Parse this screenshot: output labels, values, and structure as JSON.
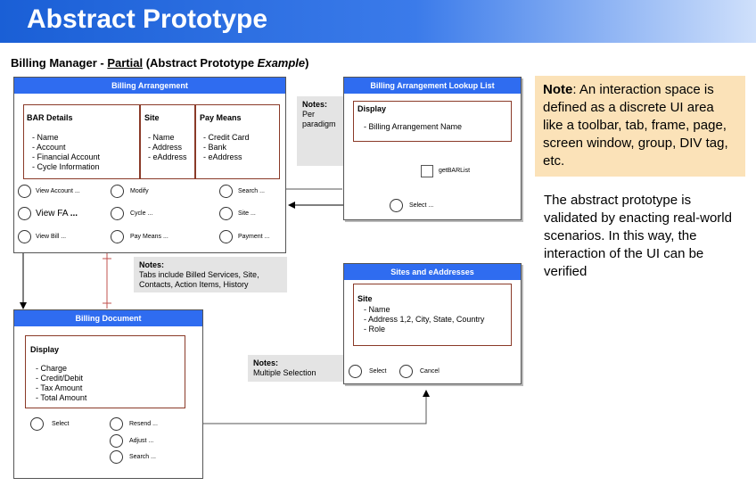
{
  "header": {
    "title": "Abstract Prototype"
  },
  "subtitle": {
    "prefix": "Billing Manager - ",
    "partial": "Partial",
    "middle": " (Abstract Prototype ",
    "example": "Example",
    "suffix": ")"
  },
  "billing_arrangement": {
    "title": "Billing Arrangement",
    "bar_details": {
      "heading": "BAR Details",
      "items": [
        "Name",
        "Account",
        "Financial Account",
        "Cycle Information"
      ]
    },
    "site": {
      "heading": "Site",
      "items": [
        "Name",
        "Address",
        "eAddress"
      ]
    },
    "pay_means": {
      "heading": "Pay Means",
      "items": [
        "Credit Card",
        "Bank",
        "eAddress"
      ]
    },
    "buttons": {
      "view_account": "View Account ...",
      "modify": "Modify",
      "search": "Search ...",
      "view_fa": "View FA",
      "view_fa_dots": "...",
      "cycle": "Cycle ...",
      "site": "Site ...",
      "view_bill": "View Bill ...",
      "pay_means": "Pay Means ...",
      "payment": "Payment ..."
    }
  },
  "notes_paradigm": {
    "heading": "Notes:",
    "text_line1": "Per",
    "text_line2": "paradigm"
  },
  "notes_tabs": {
    "heading": "Notes:",
    "text_line1": "Tabs include Billed Services, Site,",
    "text_line2": "Contacts, Action Items, History"
  },
  "lookup_list": {
    "title": "Billing Arrangement Lookup List",
    "display_heading": "Display",
    "items": [
      "Billing Arrangement Name"
    ],
    "connector_label": "getBARList",
    "select": "Select ..."
  },
  "sites": {
    "title": "Sites and eAddresses",
    "heading": "Site",
    "items": [
      "Name",
      "Address 1,2, City, State, Country",
      "Role"
    ],
    "select": "Select",
    "cancel": "Cancel"
  },
  "notes_multiple": {
    "heading": "Notes:",
    "text": "Multiple Selection"
  },
  "billing_document": {
    "title": "Billing Document",
    "display_heading": "Display",
    "items": [
      "Charge",
      "Credit/Debit",
      "Tax Amount",
      "Total Amount"
    ],
    "select": "Select",
    "resend": "Resend ...",
    "adjust": "Adjust ...",
    "search": "Search ..."
  },
  "callout": {
    "bold": "Note",
    "text": ": An interaction space is defined as a discrete UI area like a toolbar, tab, frame, page, screen window, group, DIV tag, etc."
  },
  "paragraph": {
    "text": "The abstract prototype is validated by enacting real-world scenarios. In this way, the interaction of the UI can be verified"
  },
  "colors": {
    "title_bar": "#2f6cf0",
    "banner": "#1a5fd6",
    "box_border": "#8a3a28",
    "connector_red": "#c0504d",
    "note_bg": "#e4e4e4",
    "callout_bg": "#fbe2b8"
  }
}
